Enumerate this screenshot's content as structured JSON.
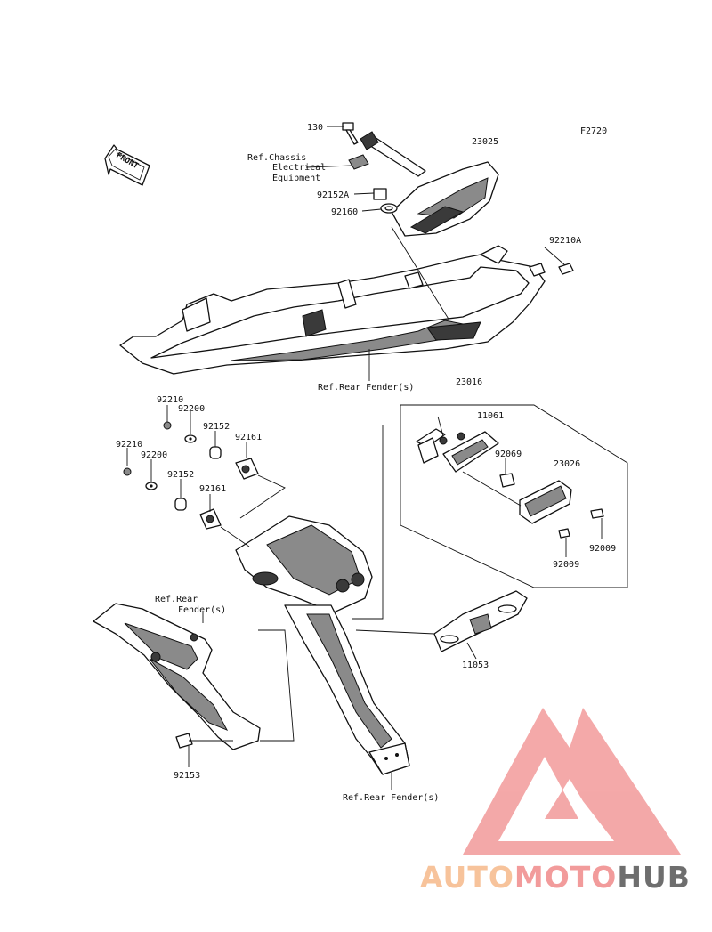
{
  "figure_code": "F2720",
  "front_marker": "FRONT",
  "labels": {
    "p130": "130",
    "ref_chassis": "Ref.Chassis",
    "ref_chassis_2": "Electrical",
    "ref_chassis_3": "Equipment",
    "p92152A": "92152A",
    "p92160": "92160",
    "p23025": "23025",
    "p92210A": "92210A",
    "ref_rear_fender_top": "Ref.Rear Fender(s)",
    "p23016": "23016",
    "p11061": "11061",
    "p92069": "92069",
    "p23026": "23026",
    "p92009_a": "92009",
    "p92009_b": "92009",
    "p92210_a": "92210",
    "p92200_a": "92200",
    "p92152_a": "92152",
    "p92161_a": "92161",
    "p92210_b": "92210",
    "p92200_b": "92200",
    "p92152_b": "92152",
    "p92161_b": "92161",
    "ref_rear_fender_left_1": "Ref.Rear",
    "ref_rear_fender_left_2": "Fender(s)",
    "p11053": "11053",
    "p92153": "92153",
    "ref_rear_fender_bottom": "Ref.Rear Fender(s)"
  },
  "watermark": {
    "part1": "AUTO",
    "part2": "MOTO",
    "part3": "HUB",
    "color1": "#f6b98a",
    "color2": "#f08a8a",
    "color3": "#555555"
  }
}
